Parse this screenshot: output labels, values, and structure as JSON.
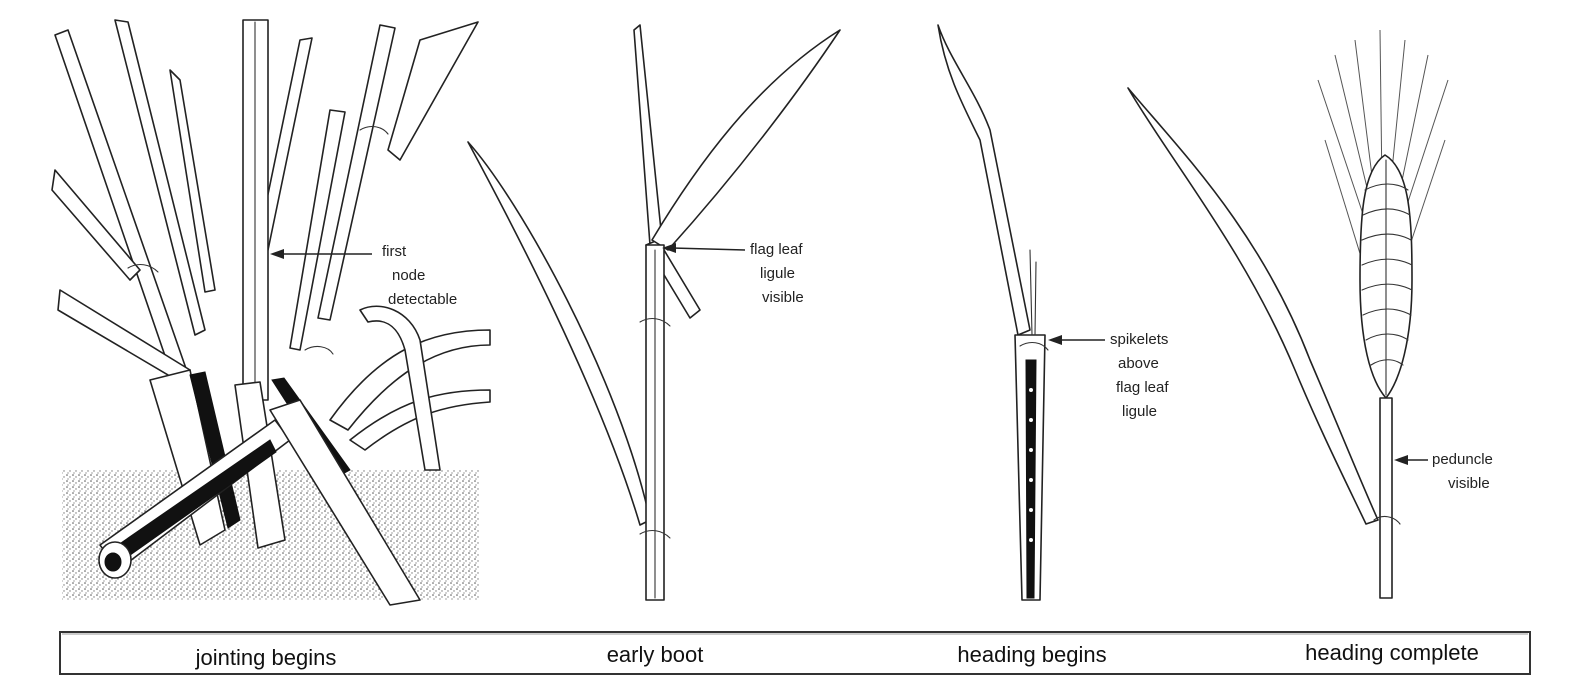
{
  "panels": [
    {
      "id": "jointing",
      "callout": [
        "first",
        "node",
        "detectable"
      ],
      "stage_label": "jointing begins"
    },
    {
      "id": "early-boot",
      "callout": [
        "flag leaf",
        "ligule",
        "visible"
      ],
      "stage_label": "early boot"
    },
    {
      "id": "heading-begins",
      "callout": [
        "spikelets",
        "above",
        "flag leaf",
        "ligule"
      ],
      "stage_label": "heading begins"
    },
    {
      "id": "heading-complete",
      "callout": [
        "peduncle",
        "visible"
      ],
      "stage_label": "heading complete"
    }
  ]
}
